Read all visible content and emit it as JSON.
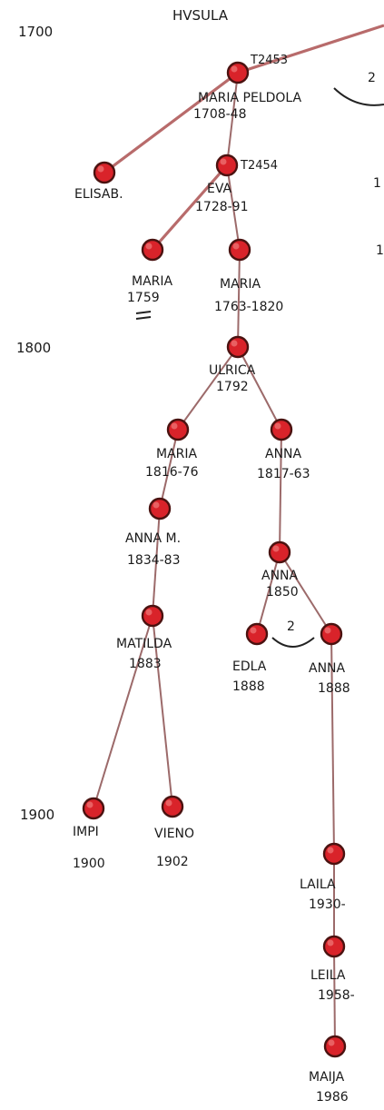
{
  "title": "HVSULA",
  "years": [
    "1700",
    "1800",
    "1900"
  ],
  "colors": {
    "node_fill": "#d9232a",
    "node_outline": "#4a1210",
    "edge": "#9c6a6a"
  },
  "people": {
    "maria_peldola": {
      "id": "T2453",
      "name": "MARIA PELDOLA",
      "dates": "1708-48"
    },
    "elisab": {
      "name": "ELISAB."
    },
    "eva": {
      "id": "T2454",
      "name": "EVA",
      "dates": "1728-91"
    },
    "maria_1759": {
      "name": "MARIA",
      "dates": "1759"
    },
    "maria_1763": {
      "name": "MARIA",
      "dates": "1763-1820"
    },
    "ulrica": {
      "name": "ULRICA",
      "dates": "1792"
    },
    "maria_1816": {
      "name": "MARIA",
      "dates": "1816-76"
    },
    "anna_1817": {
      "name": "ANNA",
      "dates": "1817-63"
    },
    "anna_m": {
      "name": "ANNA M.",
      "dates": "1834-83"
    },
    "anna_1850": {
      "name": "ANNA",
      "dates": "1850"
    },
    "matilda": {
      "name": "MATILDA",
      "dates": "1883"
    },
    "edla": {
      "name": "EDLA",
      "dates": "1888"
    },
    "anna_1888": {
      "name": "ANNA",
      "dates": "1888"
    },
    "impi": {
      "name": "IMPI",
      "dates": "1900"
    },
    "vieno": {
      "name": "VIENO",
      "dates": "1902"
    },
    "laila": {
      "name": "LAILA",
      "dates": "1930-"
    },
    "leila": {
      "name": "LEILA",
      "dates": "1958-"
    },
    "maija": {
      "name": "MAIJA",
      "dates": "1986"
    }
  },
  "marks": {
    "top_right_number": "2",
    "edla_anna_number": "2",
    "clipped_top_right": "1",
    "clipped_mid_right": "1"
  }
}
